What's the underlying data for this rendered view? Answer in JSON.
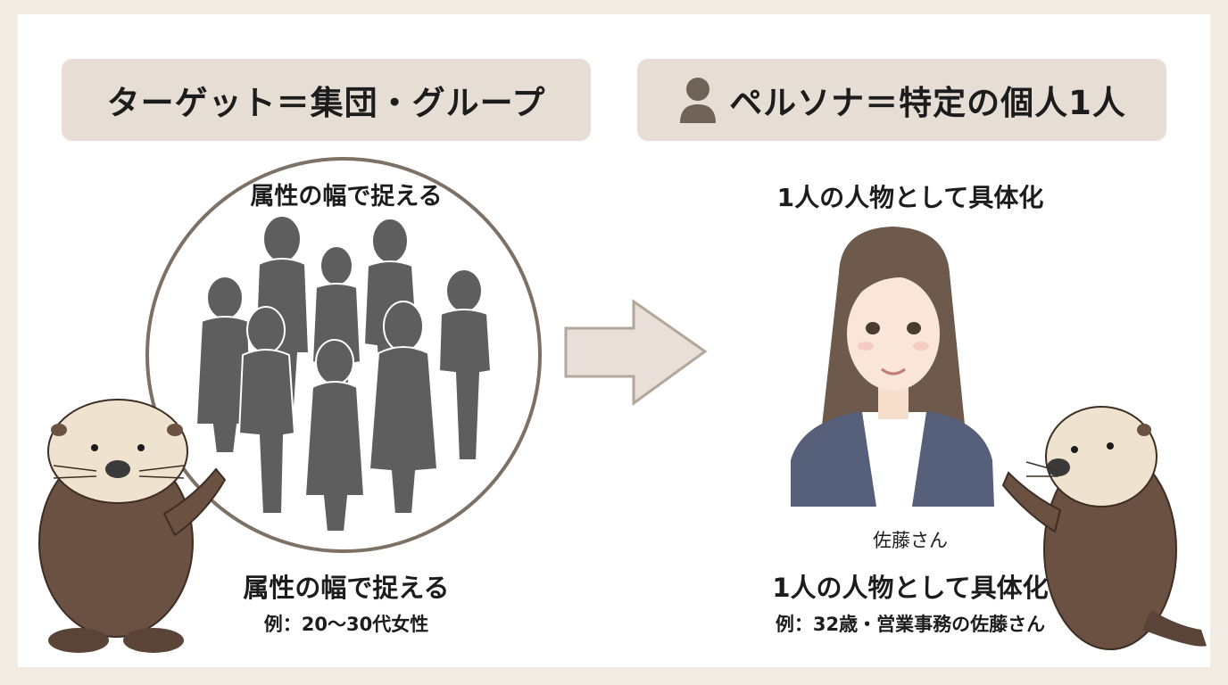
{
  "left": {
    "header": "ターゲット＝集団・グループ",
    "caption_top": "属性の幅で捉える",
    "caption_bottom": "属性の幅で捉える",
    "example": "例：20〜30代女性"
  },
  "right": {
    "header": "ペルソナ＝特定の個人1人",
    "caption_top": "1人の人物として具体化",
    "person_name": "佐藤さん",
    "caption_bottom": "1人の人物として具体化",
    "example": "例：32歳・営業事務の佐藤さん"
  },
  "colors": {
    "background": "#f1ebe4",
    "header_fill": "#e6ddd4",
    "silhouette": "#5e5e5e",
    "circle_stroke": "#7d7065",
    "arrow_fill": "#e8e0d8",
    "otter_brown": "#6b5142"
  },
  "icons": {
    "right_header_icon": "person-icon",
    "arrow": "right-arrow-icon",
    "mascot": "sea-otter-icon"
  }
}
